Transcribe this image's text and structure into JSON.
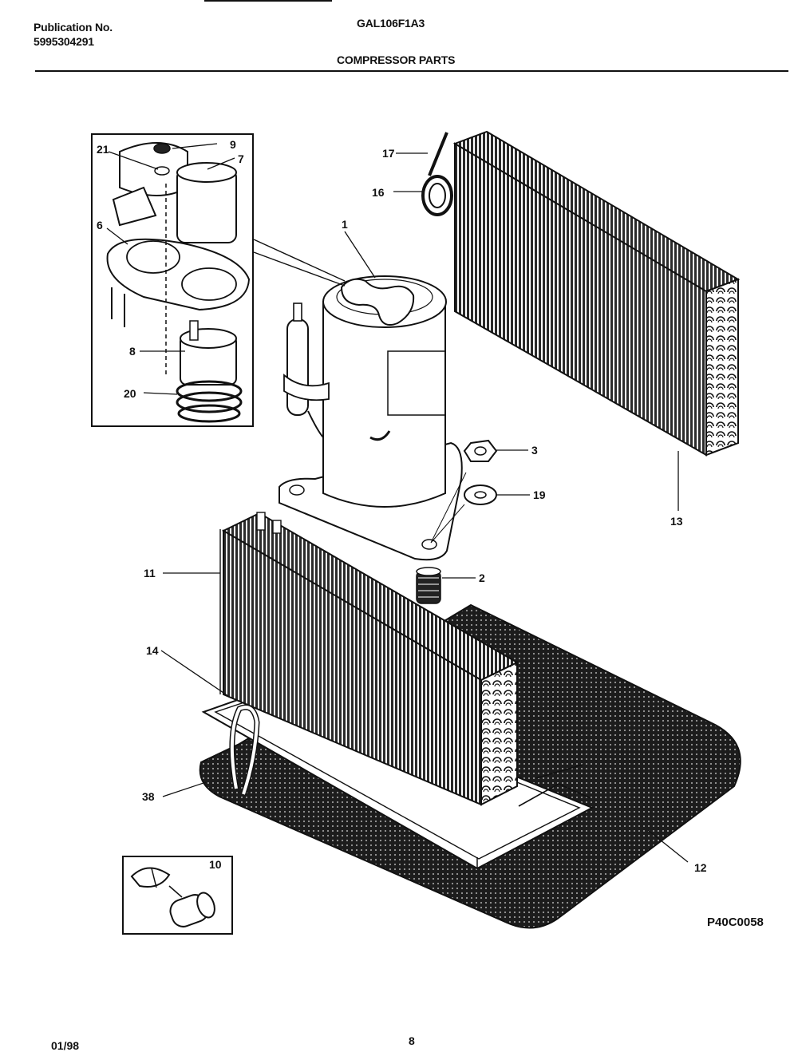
{
  "header": {
    "publication_label": "Publication No.",
    "publication_number": "5995304291",
    "model": "GAL106F1A3",
    "section_title": "COMPRESSOR PARTS"
  },
  "diagram": {
    "callouts": [
      "1",
      "2",
      "3",
      "6",
      "7",
      "8",
      "9",
      "10",
      "11",
      "12",
      "13",
      "14",
      "16",
      "17",
      "19",
      "20",
      "21",
      "38"
    ],
    "figure_code": "P40C0058"
  },
  "footer": {
    "date": "01/98",
    "page": "8"
  }
}
